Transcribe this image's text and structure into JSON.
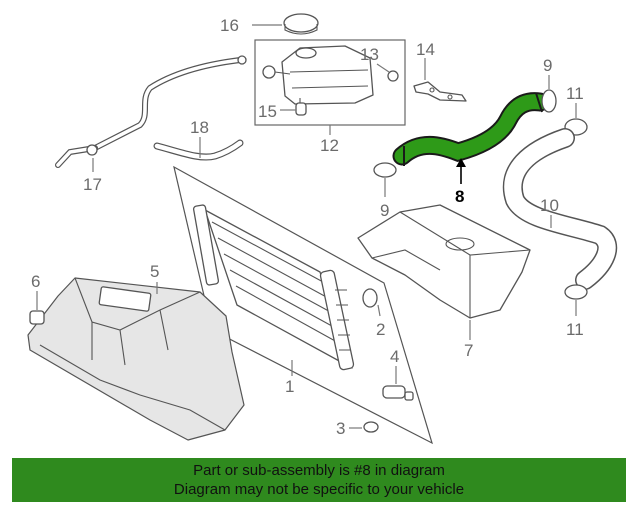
{
  "callouts": {
    "c1": "1",
    "c2": "2",
    "c3": "3",
    "c4": "4",
    "c5": "5",
    "c6": "6",
    "c7": "7",
    "c8": "8",
    "c9a": "9",
    "c9b": "9",
    "c10": "10",
    "c11a": "11",
    "c11b": "11",
    "c12": "12",
    "c13": "13",
    "c14": "14",
    "c15": "15",
    "c16": "16",
    "c17": "17",
    "c18": "18"
  },
  "highlight": {
    "part_number": "8",
    "color": "#2e9a18"
  },
  "banner": {
    "line1": "Part or sub-assembly is #8 in diagram",
    "line2": "Diagram may not be specific to your vehicle",
    "color": "#2f8a1e"
  }
}
